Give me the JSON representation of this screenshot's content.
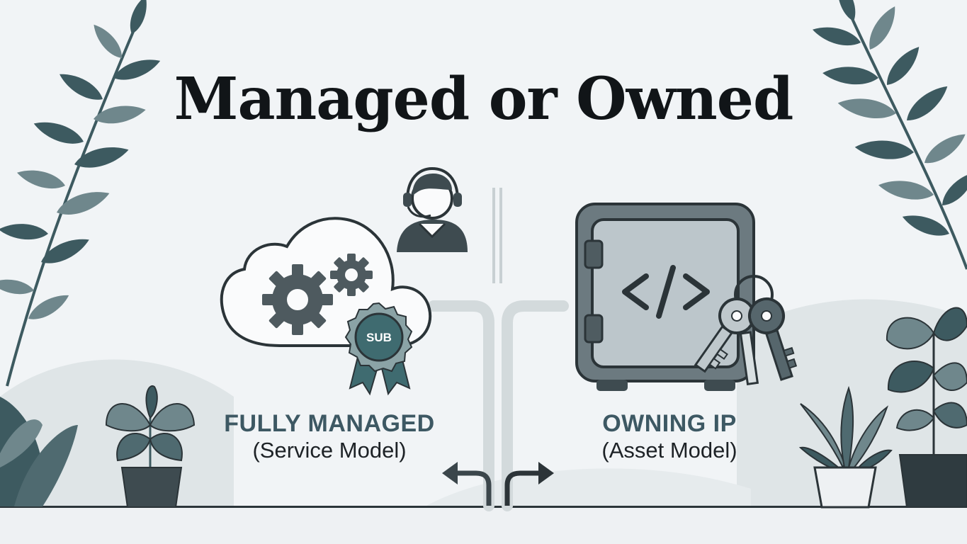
{
  "title": "Managed or Owned",
  "left_option": {
    "heading": "FULLY MANAGED",
    "subheading": "(Service Model)",
    "badge_text": "SUB",
    "icons": [
      "cloud-icon",
      "gear-icon",
      "support-agent-icon",
      "award-ribbon-icon"
    ]
  },
  "right_option": {
    "heading": "OWNING IP",
    "subheading": "(Asset Model)",
    "code_symbol": "</>",
    "icons": [
      "safe-icon",
      "code-icon",
      "keys-icon"
    ]
  },
  "colors": {
    "background": "#f1f4f6",
    "primary_dark": "#3d5863",
    "accent_teal": "#3f6b70",
    "leaf_dark": "#3d5a60",
    "leaf_light": "#6f878c",
    "hill": "#dfe5e7"
  }
}
